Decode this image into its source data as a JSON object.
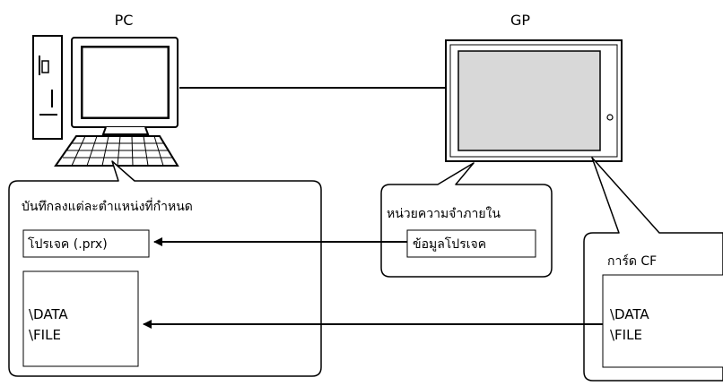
{
  "labels": {
    "pc": "PC",
    "gp": "GP"
  },
  "pc_box": {
    "title": "บันทึกลงแต่ละตำแหน่งที่กำหนด",
    "project_file": "โปรเจค (.prx)",
    "data_folder": "\\DATA",
    "file_folder": "\\FILE"
  },
  "internal_memory": {
    "title": "หน่วยความจำภายใน",
    "project_data": "ข้อมูลโปรเจค"
  },
  "cf_card": {
    "title": "การ์ด CF",
    "data_folder": "\\DATA",
    "file_folder": "\\FILE"
  }
}
